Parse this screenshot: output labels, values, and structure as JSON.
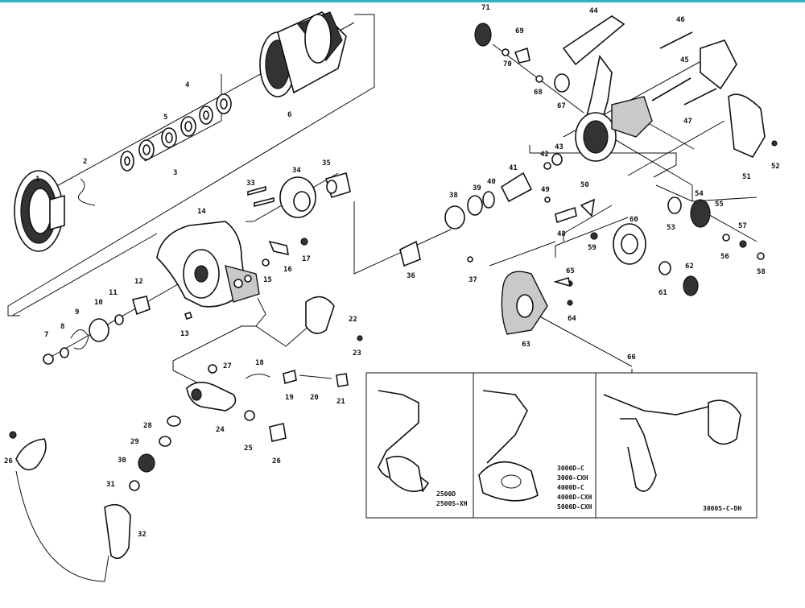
{
  "diagram": {
    "part_numbers": [
      "1",
      "2",
      "3",
      "4",
      "5",
      "6",
      "7",
      "8",
      "9",
      "10",
      "11",
      "12",
      "13",
      "14",
      "15",
      "16",
      "17",
      "18",
      "19",
      "20",
      "21",
      "22",
      "23",
      "24",
      "25",
      "26",
      "27",
      "28",
      "29",
      "30",
      "31",
      "32",
      "33",
      "34",
      "35",
      "36",
      "37",
      "38",
      "39",
      "40",
      "41",
      "42",
      "43",
      "44",
      "45",
      "46",
      "47",
      "48",
      "49",
      "50",
      "51",
      "52",
      "53",
      "54",
      "55",
      "56",
      "57",
      "58",
      "59",
      "60",
      "61",
      "62",
      "63",
      "64",
      "65",
      "66",
      "67",
      "68",
      "69",
      "70",
      "71"
    ],
    "handle_variants": [
      {
        "models": [
          "2500D",
          "2500S-XH"
        ]
      },
      {
        "models": [
          "3000D-C",
          "3000-CXH",
          "4000D-C",
          "4000D-CXH",
          "5000D-CXH"
        ]
      },
      {
        "models": [
          "3000S-C-DH"
        ]
      }
    ]
  },
  "colors": {
    "accent_bar": "#2bb3c6",
    "ink": "#111111",
    "paper": "#ffffff"
  }
}
